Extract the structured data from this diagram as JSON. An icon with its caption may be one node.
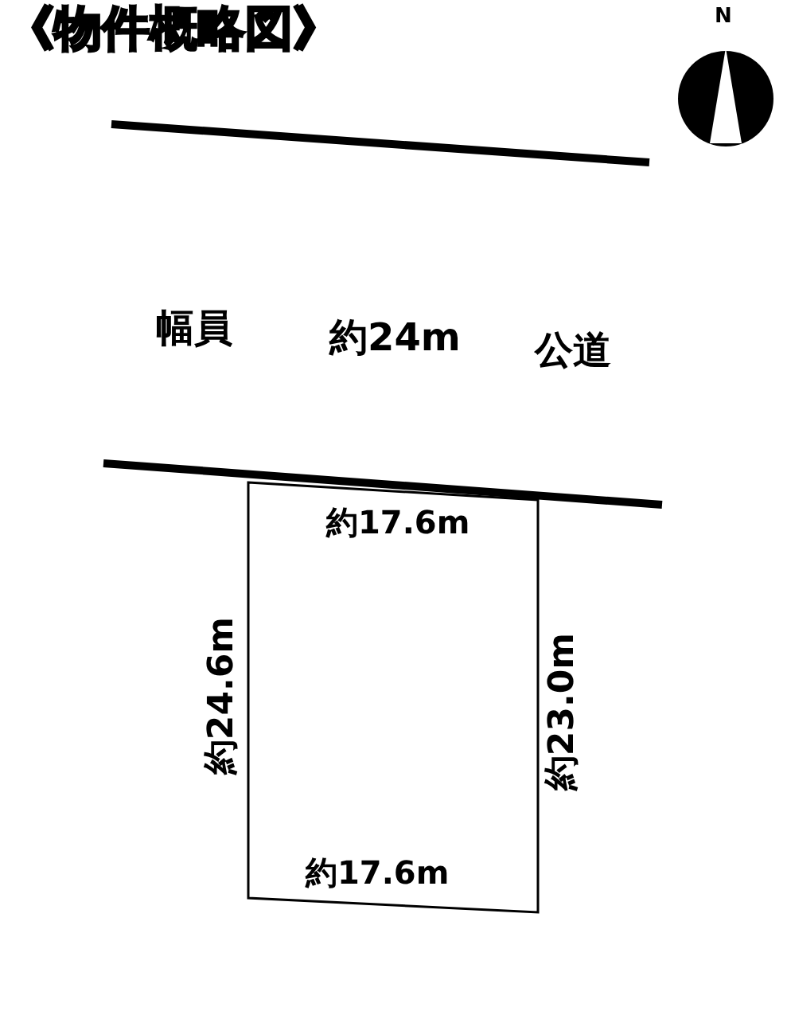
{
  "diagram": {
    "title": "《物件概略図》",
    "labels": [
      "N",
      "幅員",
      "約24m",
      "公道",
      "約17.6m",
      "約24.6m",
      "約23.0m",
      "約17.6m"
    ]
  }
}
